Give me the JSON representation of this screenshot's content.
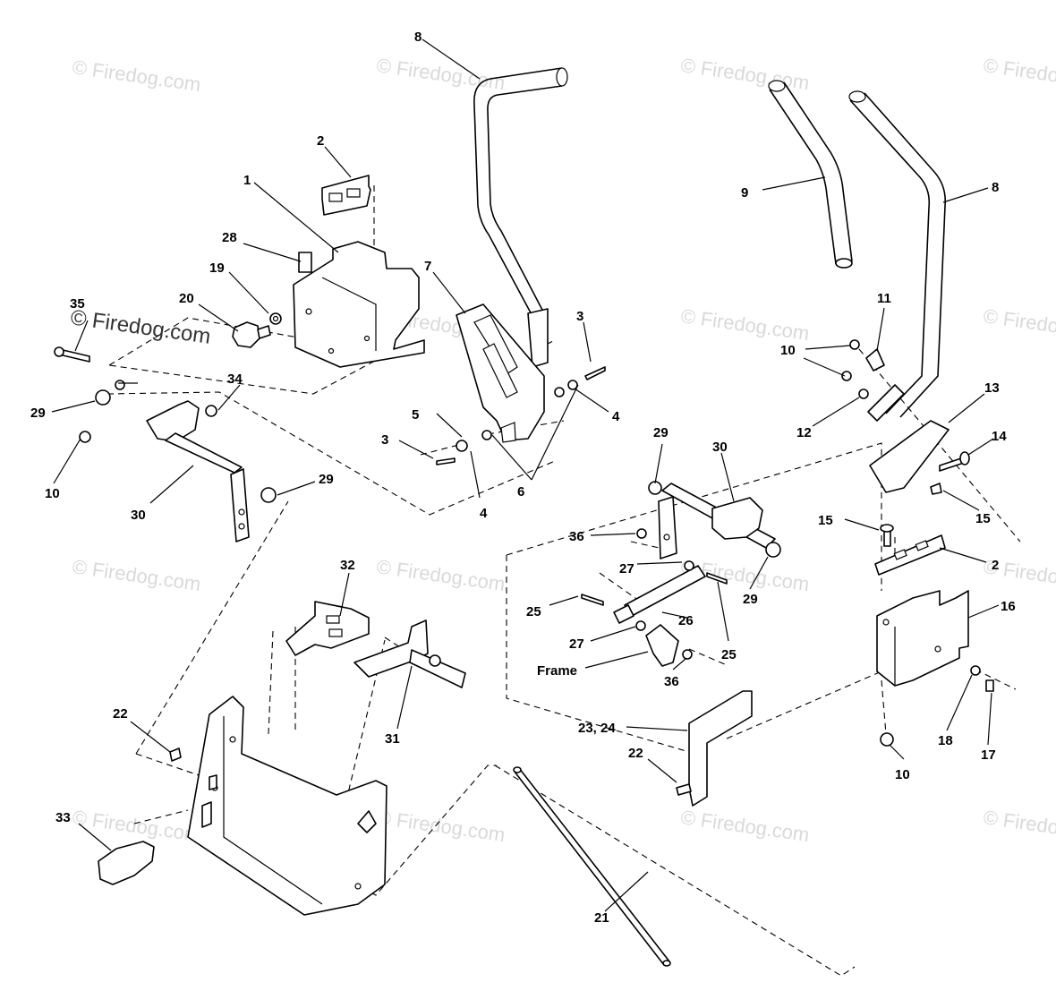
{
  "watermark": {
    "text": "© Firedog.com",
    "prominent_text": "© Firedog.com"
  },
  "callouts": {
    "c1": "1",
    "c2a": "2",
    "c2b": "2",
    "c3a": "3",
    "c3b": "3",
    "c4a": "4",
    "c4b": "4",
    "c5": "5",
    "c6": "6",
    "c7": "7",
    "c8a": "8",
    "c8b": "8",
    "c9": "9",
    "c10a": "10",
    "c10b": "10",
    "c10c": "10",
    "c11": "11",
    "c12": "12",
    "c13": "13",
    "c14": "14",
    "c15a": "15",
    "c15b": "15",
    "c16": "16",
    "c17": "17",
    "c18": "18",
    "c19": "19",
    "c20": "20",
    "c21": "21",
    "c22a": "22",
    "c22b": "22",
    "c2324": "23, 24",
    "c25a": "25",
    "c25b": "25",
    "c26": "26",
    "c27a": "27",
    "c27b": "27",
    "c28": "28",
    "c29a": "29",
    "c29b": "29",
    "c29c": "29",
    "c29d": "29",
    "c30a": "30",
    "c30b": "30",
    "c31": "31",
    "c32": "32",
    "c33": "33",
    "c34": "34",
    "c35": "35",
    "c36a": "36",
    "c36b": "36",
    "frame": "Frame"
  }
}
